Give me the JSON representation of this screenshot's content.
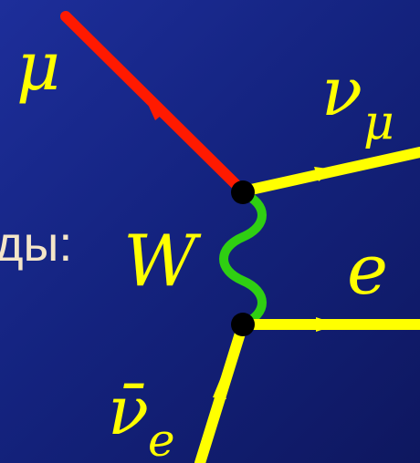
{
  "labels": {
    "muon": "μ",
    "muon_neutrino_base": "ν",
    "muon_neutrino_sub": "μ",
    "w_boson": "W",
    "electron": "e",
    "electron_antineutrino_base": "ν̄",
    "electron_antineutrino_sub": "e",
    "partial_text": "ды:"
  },
  "colors": {
    "background": "#14237f",
    "muon_line": "#ff1a00",
    "fermion_lines": "#ffff00",
    "w_boson": "#2fcf12",
    "vertex": "#000000",
    "label_text": "#ffff00",
    "partial_text": "#f4e6c8"
  }
}
